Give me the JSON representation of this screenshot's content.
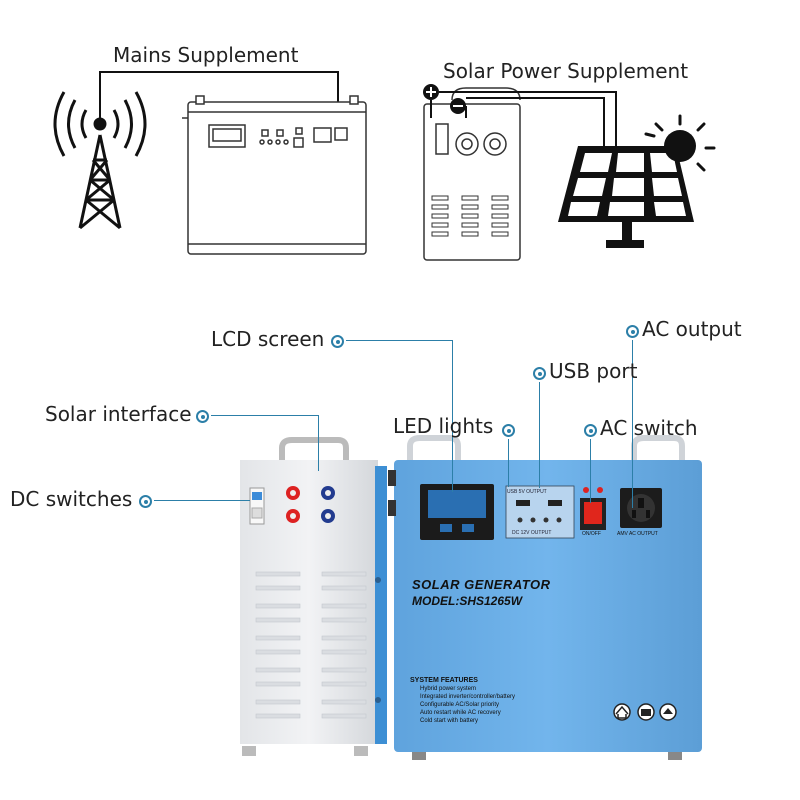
{
  "top": {
    "mains_label": "Mains Supplement",
    "solar_label": "Solar Power Supplement"
  },
  "callouts": {
    "lcd_screen": "LCD screen",
    "ac_output": "AC output",
    "usb_port": "USB port",
    "solar_interface": "Solar interface",
    "led_lights": "LED lights",
    "ac_switch": "AC switch",
    "dc_switches": "DC switches"
  },
  "generator": {
    "title": "SOLAR GENERATOR",
    "model": "MODEL:SHS1265W",
    "usb_panel": "USB 5V OUTPUT",
    "dc_panel": "DC 12V OUTPUT",
    "ac_panel": "AMV AC OUTPUT",
    "switch_label": "ON/OFF",
    "features_title": "SYSTEM FEATURES",
    "features": [
      "Hybrid power system",
      "Integrated inverter/controller/battery",
      "Configurable AC/Solar priority",
      "Auto restart while AC recovery",
      "Cold start with battery"
    ]
  },
  "colors": {
    "accent": "#2c7fa8",
    "panel_blue": "#6aaee6",
    "solar_cell": "#1a1a1a",
    "warning_red": "#d8211a"
  }
}
